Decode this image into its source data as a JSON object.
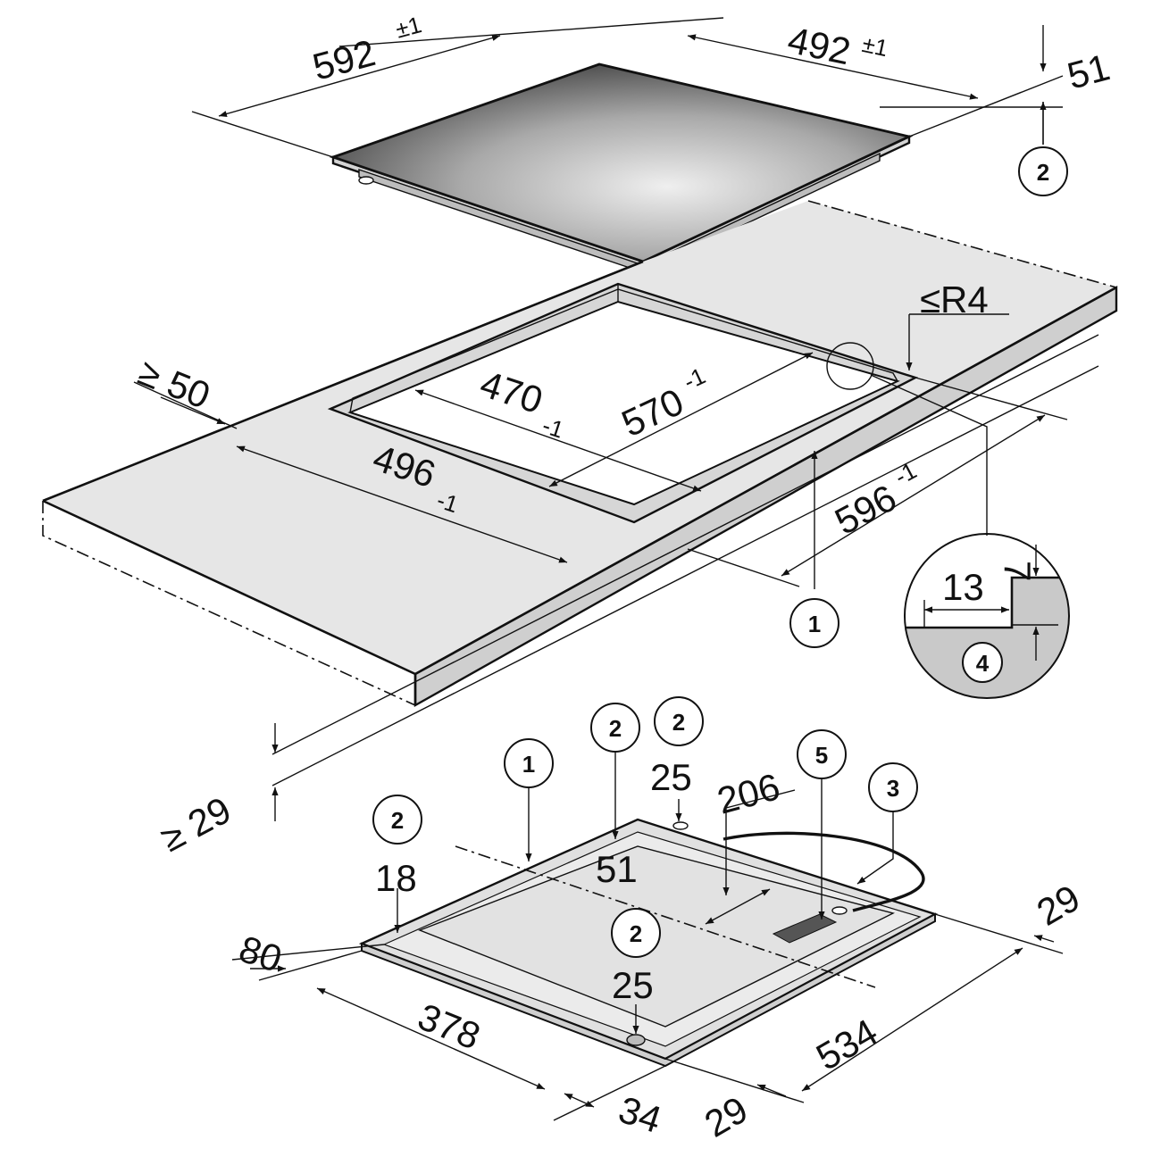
{
  "colors": {
    "worktop": "#e6e6e6",
    "worktop_edge": "#cfcfcf",
    "glass_dark": "#4a4a4a",
    "glass_light": "#e8e8e8",
    "underside": "#e4e4e4",
    "frame": "#d9d9d9",
    "detail_fill": "#c9c9c9",
    "line": "#111111"
  },
  "icons": {
    "arrow": "arrowhead-icon",
    "callout": "circled-number-icon"
  },
  "top_hob": {
    "width": {
      "value": "592",
      "tol": "±1"
    },
    "depth": {
      "value": "492",
      "tol": "±1"
    },
    "height": {
      "value": "51"
    },
    "callout": "2"
  },
  "worktop": {
    "corner_radius": "≤R4",
    "min_front_distance": "≥ 50",
    "min_thickness": "≥ 29",
    "cutout_inner_depth": {
      "value": "470",
      "tol": "-1"
    },
    "cutout_inner_width": {
      "value": "570",
      "tol": "-1"
    },
    "cutout_rebate_depth": {
      "value": "496",
      "tol": "-1"
    },
    "cutout_rebate_width": {
      "value": "596",
      "tol": "-1"
    },
    "callout": "1"
  },
  "detail": {
    "rebate_width": "13",
    "rebate_depth": "7",
    "callout": "4"
  },
  "underside": {
    "callouts": [
      "1",
      "2",
      "2",
      "2",
      "2",
      "3",
      "5"
    ],
    "dims": {
      "d25_top": "25",
      "d51": "51",
      "d206": "206",
      "d18": "18",
      "d25_bottom": "25",
      "d80": "80",
      "d378": "378",
      "d34": "34",
      "d29_front": "29",
      "d534": "534",
      "d29_side": "29"
    }
  }
}
